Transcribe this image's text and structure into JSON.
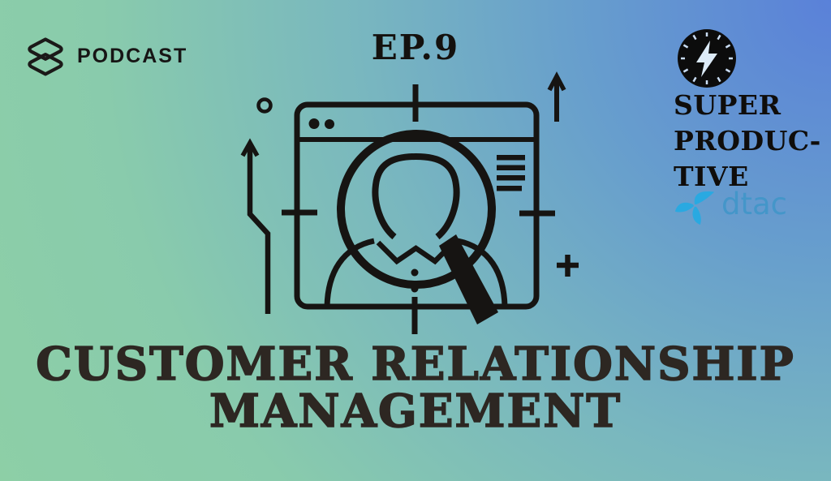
{
  "background": {
    "gradient_stops": [
      "#5a81d9",
      "#679ecd",
      "#79b7bf",
      "#89cbac",
      "#8ed0a5"
    ],
    "line_art_color": "#161412"
  },
  "header": {
    "podcast_label": "PODCAST",
    "episode_label": "EP.9"
  },
  "branding": {
    "show_title_lines": [
      "SUPER",
      "PRODUC-",
      "TIVE"
    ],
    "sponsor": "dtac",
    "sponsor_color": "#29a9e1"
  },
  "title": {
    "line1": "CUSTOMER RELATIONSHIP",
    "line2": "MANAGEMENT"
  },
  "illustration": {
    "description": "browser window with person profile under magnifying glass, crosshair registration marks, growth arrows, plus sign"
  }
}
